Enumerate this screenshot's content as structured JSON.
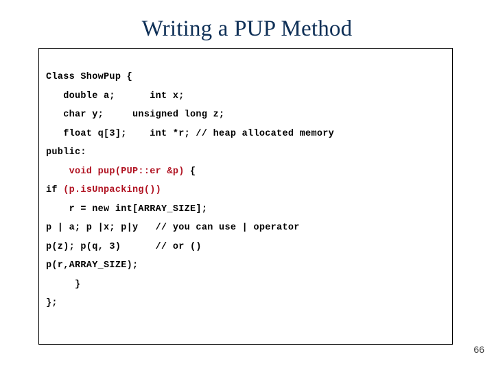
{
  "slide": {
    "title": "Writing a PUP Method",
    "page_number": "66",
    "title_color": "#0f3057",
    "code_color": "#000000",
    "highlight_color": "#b01221",
    "frame_border_color": "#000000"
  },
  "code": {
    "lines": [
      {
        "segments": [
          {
            "text": "Class ShowPup {",
            "color": "black"
          }
        ]
      },
      {
        "segments": [
          {
            "text": "   double a;      int x;",
            "color": "black"
          }
        ]
      },
      {
        "segments": [
          {
            "text": "   char y;     unsigned long z;",
            "color": "black"
          }
        ]
      },
      {
        "segments": [
          {
            "text": "   float q[3];    int *r; // heap allocated memory",
            "color": "black"
          }
        ]
      },
      {
        "segments": [
          {
            "text": "public:",
            "color": "black"
          }
        ]
      },
      {
        "segments": [
          {
            "text": "    void pup(PUP::er &p)",
            "color": "red"
          },
          {
            "text": " {",
            "color": "black"
          }
        ]
      },
      {
        "segments": [
          {
            "text": "if ",
            "color": "black"
          },
          {
            "text": "(p.isUnpacking())",
            "color": "red"
          }
        ]
      },
      {
        "segments": [
          {
            "text": "    r = new int[ARRAY_SIZE];",
            "color": "black"
          }
        ]
      },
      {
        "segments": [
          {
            "text": "p | a; p |x; p|y   // you can use | operator",
            "color": "black"
          }
        ]
      },
      {
        "segments": [
          {
            "text": "p(z); p(q, 3)      // or ()",
            "color": "black"
          }
        ]
      },
      {
        "segments": [
          {
            "text": "p(r,ARRAY_SIZE);",
            "color": "black"
          }
        ]
      },
      {
        "segments": [
          {
            "text": "     }",
            "color": "black"
          }
        ]
      },
      {
        "segments": [
          {
            "text": "};",
            "color": "black"
          }
        ]
      }
    ]
  }
}
